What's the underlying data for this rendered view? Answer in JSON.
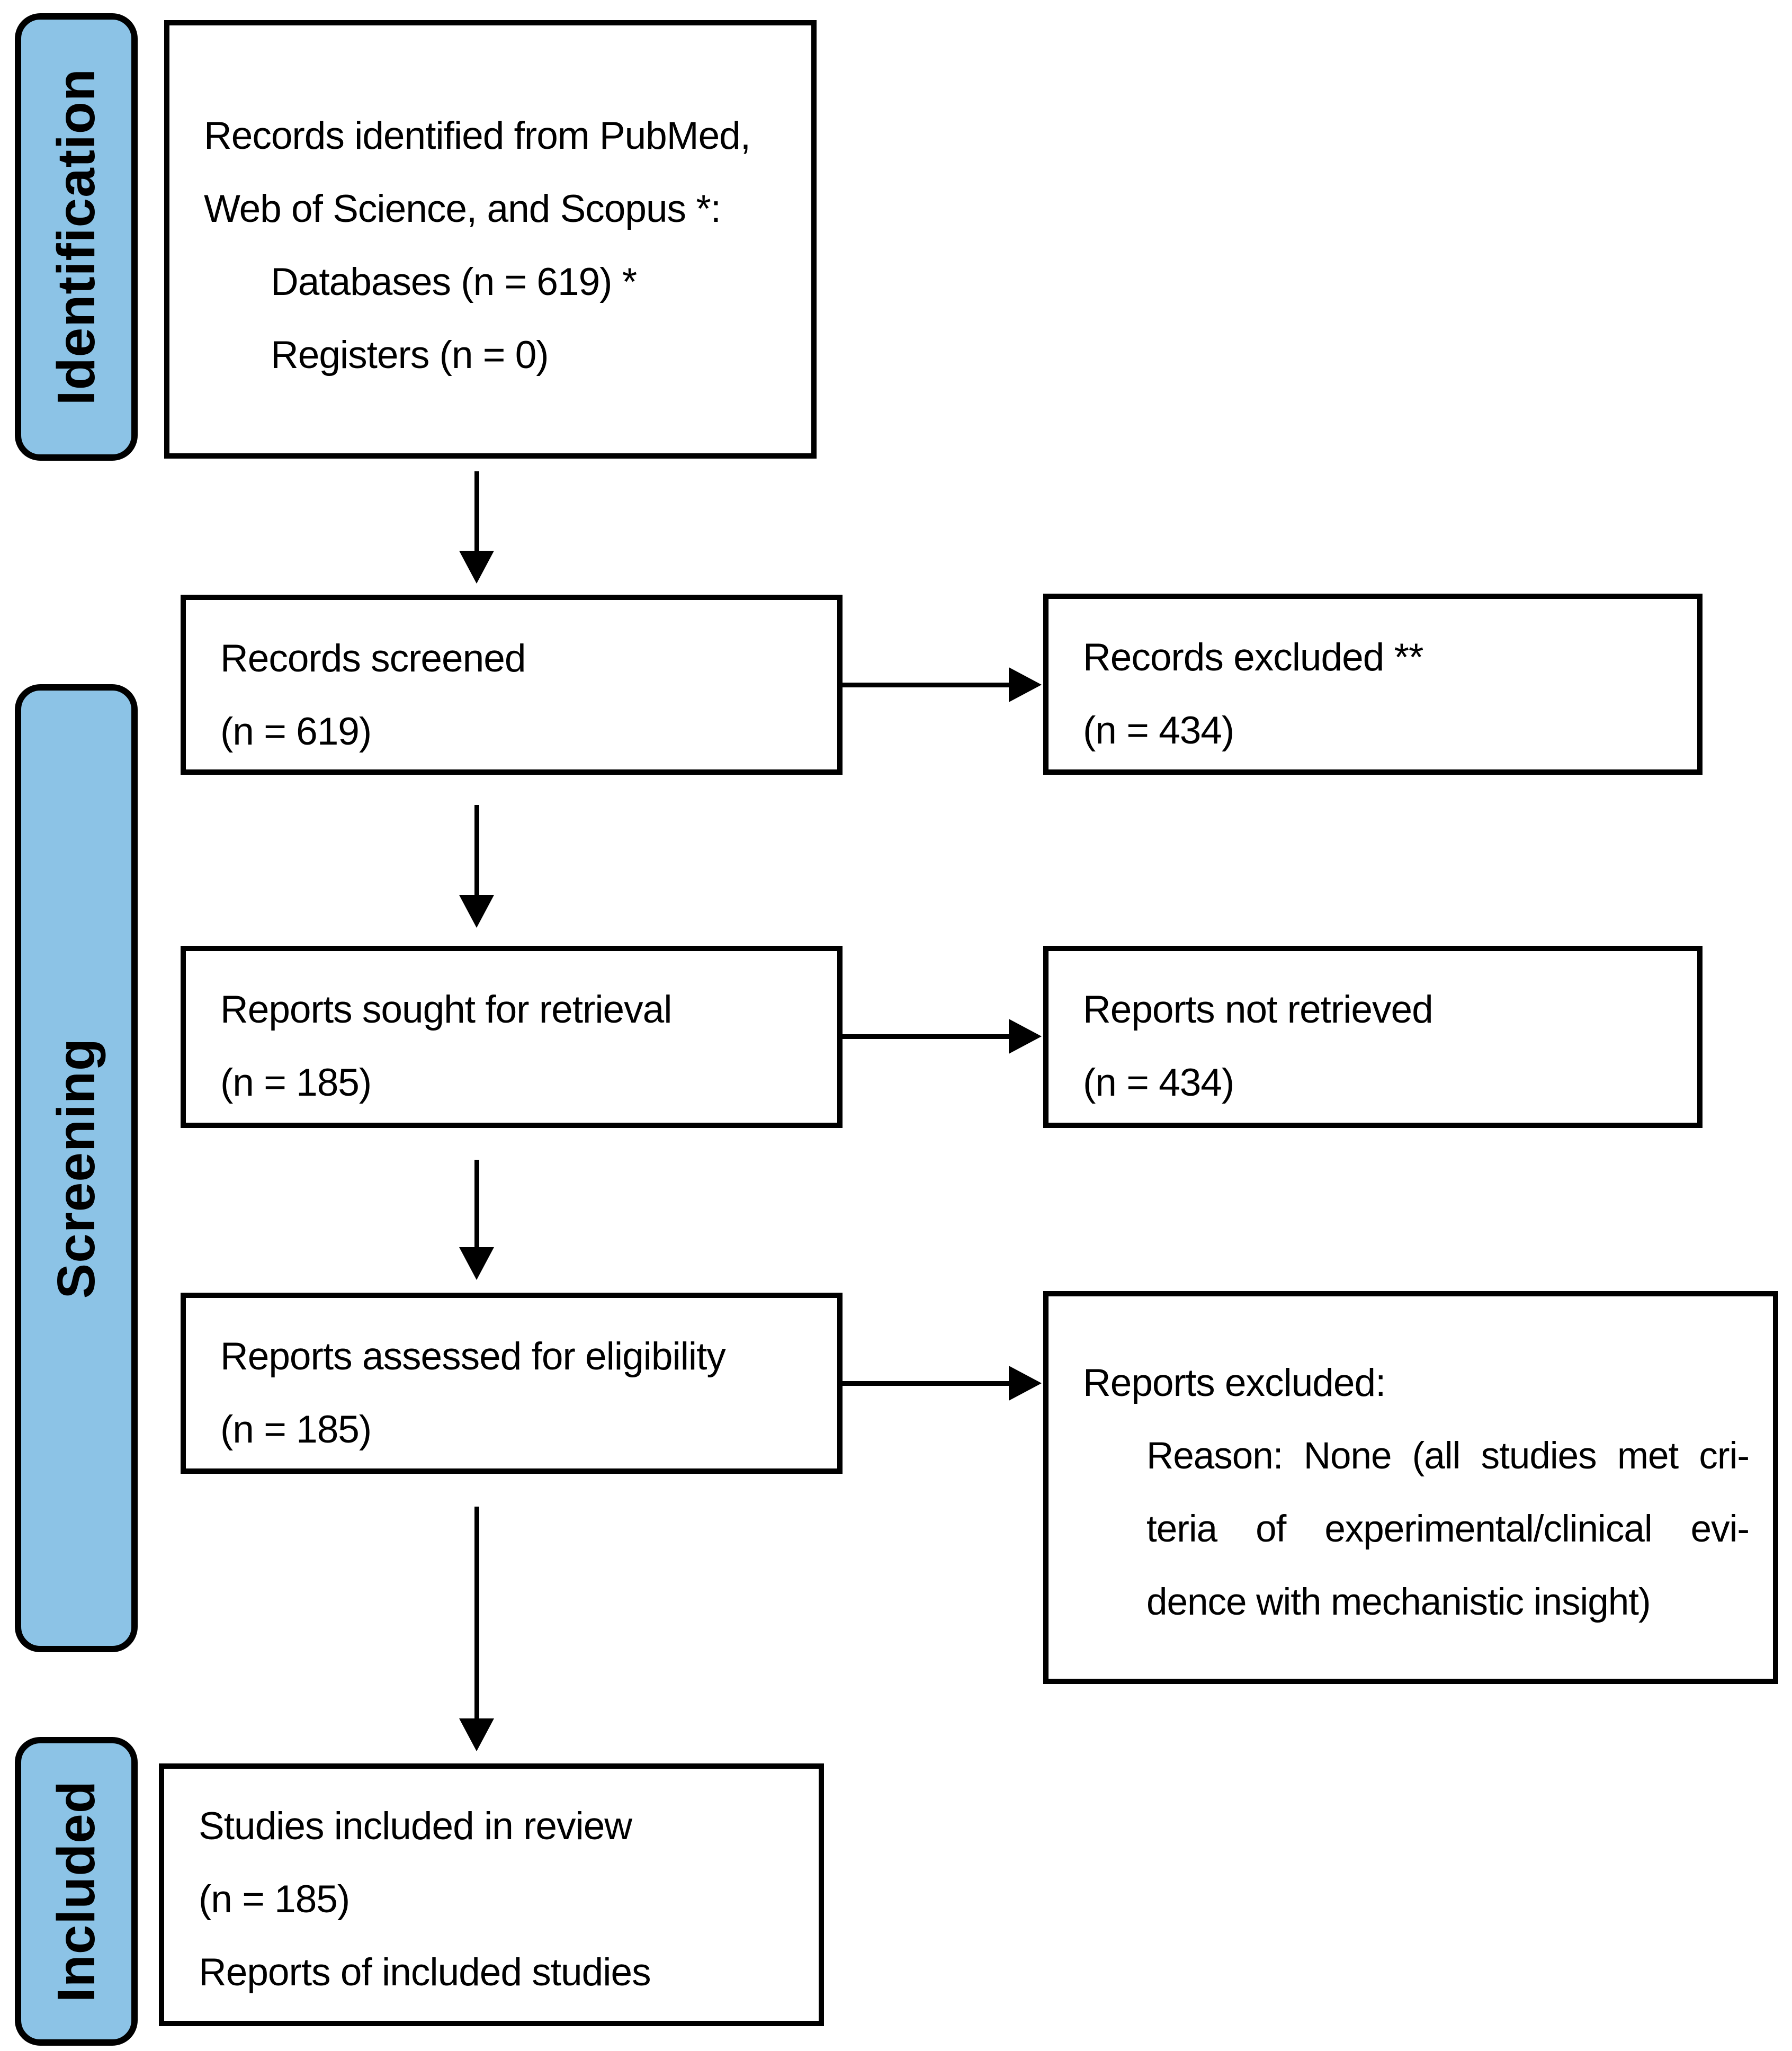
{
  "stages": {
    "identification": "Identification",
    "screening": "Screening",
    "included": "Included"
  },
  "boxes": {
    "records_identified": {
      "lines": [
        "Records identified from PubMed,",
        "Web of Science, and Scopus *:",
        "Databases (n = 619) *",
        "Registers (n = 0)"
      ]
    },
    "records_screened": {
      "lines": [
        "Records screened",
        "(n = 619)"
      ]
    },
    "records_excluded": {
      "lines": [
        "Records excluded **",
        "(n = 434)"
      ]
    },
    "reports_sought": {
      "lines": [
        "Reports sought for retrieval",
        "(n = 185)"
      ]
    },
    "reports_not_retrieved": {
      "lines": [
        "Reports not retrieved",
        "(n = 434)"
      ]
    },
    "reports_assessed": {
      "lines": [
        "Reports assessed for eligibility",
        "(n = 185)"
      ]
    },
    "reports_excluded": {
      "heading": "Reports excluded:",
      "reason_lines": [
        "Reason: None (all studies met cri-",
        "teria of experimental/clinical evi-",
        "dence with mechanistic insight)"
      ]
    },
    "studies_included": {
      "lines": [
        "Studies included in review",
        "(n = 185)",
        "Reports of included studies"
      ]
    }
  },
  "colors": {
    "stage_fill": "#8CC3E6",
    "outline": "#000000",
    "box_background": "#FFFFFF",
    "page_background": "#FFFFFF",
    "text": "#000000"
  }
}
